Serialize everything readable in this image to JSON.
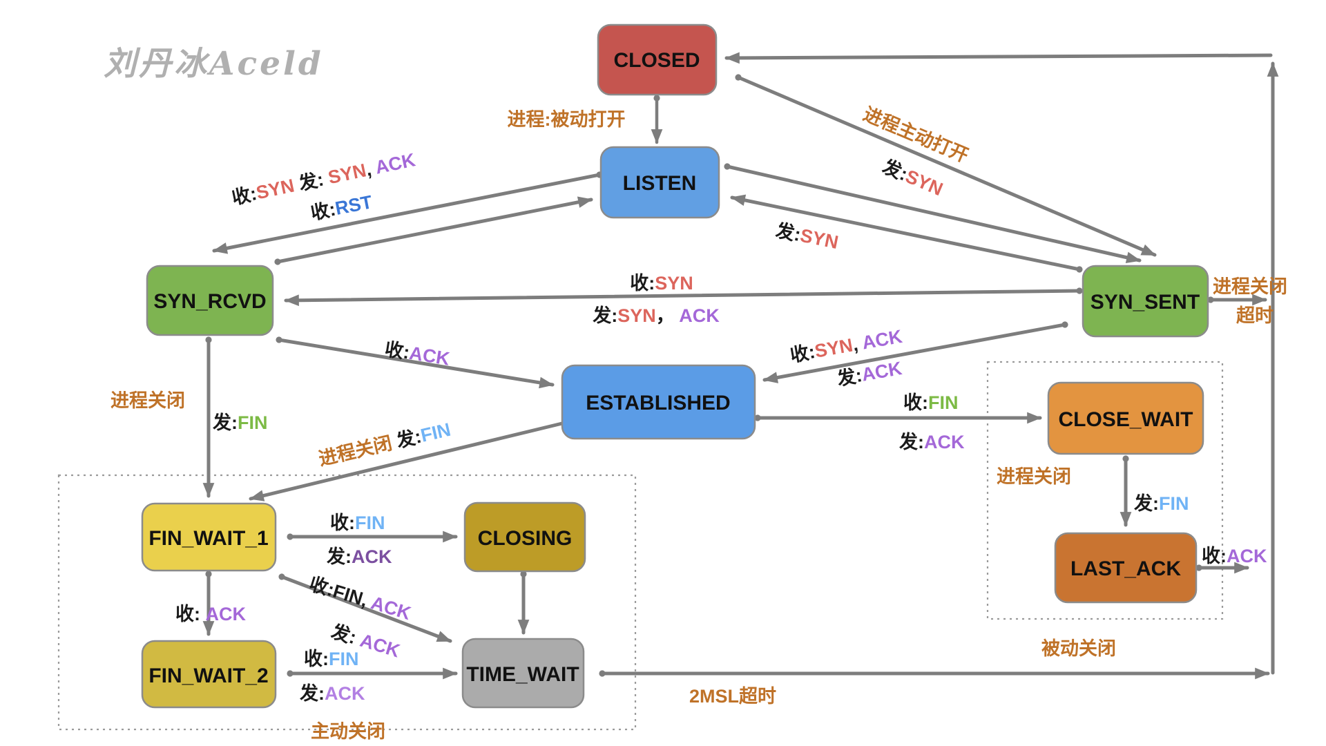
{
  "watermark": "刘丹冰Aceld",
  "states": {
    "closed": "CLOSED",
    "listen": "LISTEN",
    "syn_rcvd": "SYN_RCVD",
    "syn_sent": "SYN_SENT",
    "established": "ESTABLISHED",
    "close_wait": "CLOSE_WAIT",
    "last_ack": "LAST_ACK",
    "fin_wait_1": "FIN_WAIT_1",
    "closing": "CLOSING",
    "fin_wait_2": "FIN_WAIT_2",
    "time_wait": "TIME_WAIT"
  },
  "groups": {
    "active_close": "主动关闭",
    "passive_close": "被动关闭"
  },
  "colors": {
    "closed": "#c5554f",
    "listen": "#619fe3",
    "syn_rcvd": "#7eb451",
    "syn_sent": "#7eb451",
    "established": "#5b9ce6",
    "close_wait": "#e39440",
    "last_ack": "#c97431",
    "fin_wait_1": "#ead04c",
    "closing": "#bd9c27",
    "fin_wait_2": "#d1ba42",
    "time_wait": "#ababab",
    "arrow": "#7d7d7d",
    "event_orange": "#bf7228",
    "syn_red": "#dc655c",
    "ack_purple": "#a468d8",
    "ack_purple_dark": "#7b4fa0",
    "fin_blue": "#70b3f5",
    "fin_green": "#7cba45",
    "rst_blue": "#3a76d6"
  },
  "edges": {
    "closed_to_listen": {
      "parts": [
        {
          "t": "进程:被动打开",
          "c": "#bf7228"
        }
      ]
    },
    "closed_to_synsent_event": {
      "parts": [
        {
          "t": "进程主动打开",
          "c": "#bf7228"
        }
      ]
    },
    "closed_to_synsent_action": {
      "parts": [
        {
          "t": "发:",
          "c": "#1a1a1a"
        },
        {
          "t": "SYN",
          "c": "#dc655c"
        }
      ]
    },
    "listen_to_synrcvd": {
      "parts": [
        {
          "t": "收:",
          "c": "#1a1a1a"
        },
        {
          "t": "SYN",
          "c": "#dc655c"
        },
        {
          "t": " 发: ",
          "c": "#1a1a1a"
        },
        {
          "t": "SYN",
          "c": "#dc655c"
        },
        {
          "t": ", ",
          "c": "#1a1a1a"
        },
        {
          "t": "ACK",
          "c": "#a468d8"
        }
      ]
    },
    "synrcvd_to_listen": {
      "parts": [
        {
          "t": "收:",
          "c": "#1a1a1a"
        },
        {
          "t": "RST",
          "c": "#3a76d6"
        }
      ]
    },
    "listen_to_synsent": {
      "parts": [
        {
          "t": "发:",
          "c": "#1a1a1a"
        },
        {
          "t": "SYN",
          "c": "#dc655c"
        }
      ]
    },
    "synsent_to_synrcvd_recv": {
      "parts": [
        {
          "t": "收:",
          "c": "#1a1a1a"
        },
        {
          "t": "SYN",
          "c": "#dc655c"
        }
      ]
    },
    "synsent_to_synrcvd_send": {
      "parts": [
        {
          "t": "发:",
          "c": "#1a1a1a"
        },
        {
          "t": "SYN",
          "c": "#dc655c"
        },
        {
          "t": "，",
          "c": "#1a1a1a"
        },
        {
          "t": " ACK",
          "c": "#a468d8"
        }
      ]
    },
    "synrcvd_to_established": {
      "parts": [
        {
          "t": "收:",
          "c": "#1a1a1a"
        },
        {
          "t": "ACK",
          "c": "#a468d8"
        }
      ]
    },
    "synsent_to_est_recv": {
      "parts": [
        {
          "t": "收:",
          "c": "#1a1a1a"
        },
        {
          "t": "SYN",
          "c": "#dc655c"
        },
        {
          "t": ", ",
          "c": "#1a1a1a"
        },
        {
          "t": "ACK",
          "c": "#a468d8"
        }
      ]
    },
    "synsent_to_est_send": {
      "parts": [
        {
          "t": "发:",
          "c": "#1a1a1a"
        },
        {
          "t": "ACK",
          "c": "#a468d8"
        }
      ]
    },
    "synsent_timeout_event": {
      "parts": [
        {
          "t": "进程关闭",
          "c": "#bf7228"
        }
      ]
    },
    "synsent_timeout_action": {
      "parts": [
        {
          "t": "超时",
          "c": "#bf7228"
        }
      ]
    },
    "est_to_closewait_recv": {
      "parts": [
        {
          "t": "收:",
          "c": "#1a1a1a"
        },
        {
          "t": "FIN",
          "c": "#7cba45"
        }
      ]
    },
    "est_to_closewait_send": {
      "parts": [
        {
          "t": "发:",
          "c": "#1a1a1a"
        },
        {
          "t": "ACK",
          "c": "#a468d8"
        }
      ]
    },
    "closewait_event": {
      "parts": [
        {
          "t": "进程关闭",
          "c": "#bf7228"
        }
      ]
    },
    "closewait_action": {
      "parts": [
        {
          "t": "发:",
          "c": "#1a1a1a"
        },
        {
          "t": "FIN",
          "c": "#70b3f5"
        }
      ]
    },
    "lastack_recv": {
      "parts": [
        {
          "t": "收:",
          "c": "#1a1a1a"
        },
        {
          "t": "ACK",
          "c": "#a468d8"
        }
      ]
    },
    "synrcvd_close_event": {
      "parts": [
        {
          "t": "进程关闭",
          "c": "#bf7228"
        }
      ]
    },
    "synrcvd_close_action": {
      "parts": [
        {
          "t": "发:",
          "c": "#1a1a1a"
        },
        {
          "t": "FIN",
          "c": "#7cba45"
        }
      ]
    },
    "est_to_finwait1": {
      "parts": [
        {
          "t": "进程关闭 ",
          "c": "#bf7228"
        },
        {
          "t": "发:",
          "c": "#1a1a1a"
        },
        {
          "t": "FIN",
          "c": "#70b3f5"
        }
      ]
    },
    "fw1_to_closing_recv": {
      "parts": [
        {
          "t": "收:",
          "c": "#1a1a1a"
        },
        {
          "t": "FIN",
          "c": "#70b3f5"
        }
      ]
    },
    "fw1_to_closing_send": {
      "parts": [
        {
          "t": "发:",
          "c": "#1a1a1a"
        },
        {
          "t": "ACK",
          "c": "#7b4fa0"
        }
      ]
    },
    "fw1_to_timewait_recv": {
      "parts": [
        {
          "t": "收:FIN,",
          "c": "#1a1a1a"
        },
        {
          "t": " ACK",
          "c": "#a468d8"
        }
      ]
    },
    "fw1_to_timewait_send": {
      "parts": [
        {
          "t": "发: ",
          "c": "#1a1a1a"
        },
        {
          "t": "ACK",
          "c": "#a468d8"
        }
      ]
    },
    "fw1_to_fw2": {
      "parts": [
        {
          "t": "收:  ",
          "c": "#1a1a1a"
        },
        {
          "t": "ACK",
          "c": "#a468d8"
        }
      ]
    },
    "fw2_to_timewait_recv": {
      "parts": [
        {
          "t": "收:",
          "c": "#1a1a1a"
        },
        {
          "t": "FIN",
          "c": "#70b3f5"
        }
      ]
    },
    "fw2_to_timewait_send": {
      "parts": [
        {
          "t": "发:",
          "c": "#1a1a1a"
        },
        {
          "t": "ACK",
          "c": "#b27fe3"
        }
      ]
    },
    "timewait_to_closed": {
      "parts": [
        {
          "t": "2MSL超时",
          "c": "#bf7228"
        }
      ]
    }
  }
}
